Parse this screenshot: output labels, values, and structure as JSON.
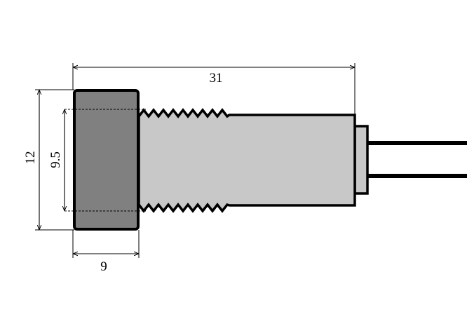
{
  "dimensions": {
    "overall_length": "31",
    "head_length": "9",
    "head_diameter": "12",
    "thread_diameter": "9.5"
  },
  "colors": {
    "head_fill": "#808080",
    "body_fill": "#c8c8c8",
    "outline": "#000000",
    "background": "#ffffff"
  }
}
